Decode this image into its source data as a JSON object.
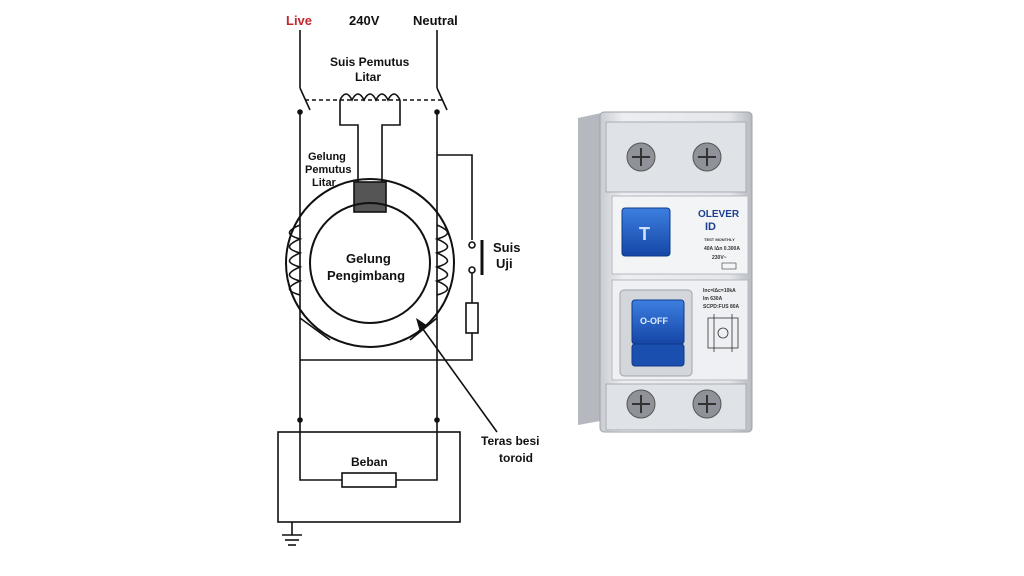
{
  "labels": {
    "live": "Live",
    "voltage": "240V",
    "neutral": "Neutral",
    "breaker_switch_1": "Suis Pemutus",
    "breaker_switch_2": "Litar",
    "trip_coil_1": "Gelung",
    "trip_coil_2": "Pemutus",
    "trip_coil_3": "Litar",
    "balance_coil_1": "Gelung",
    "balance_coil_2": "Pengimbang",
    "test_switch_1": "Suis",
    "test_switch_2": "Uji",
    "toroid_core_1": "Teras besi",
    "toroid_core_2": "toroid",
    "load": "Beban"
  },
  "device": {
    "brand": "OLEVER",
    "model": "ID",
    "spec_1": "TEST MONTHLY",
    "spec_2": "40A  IΔn 0.300A",
    "spec_3": "230V~",
    "spec_4": "Inc=IΔc=10kA",
    "spec_5": "Im 630A",
    "spec_6": "SCPD:FUS 80A",
    "test_button": "T",
    "toggle_label": "O-OFF"
  },
  "colors": {
    "live_label": "#c0282d",
    "wire": "#111111",
    "device_blue": "#1c5fc7",
    "device_body": "#e9ebee"
  }
}
